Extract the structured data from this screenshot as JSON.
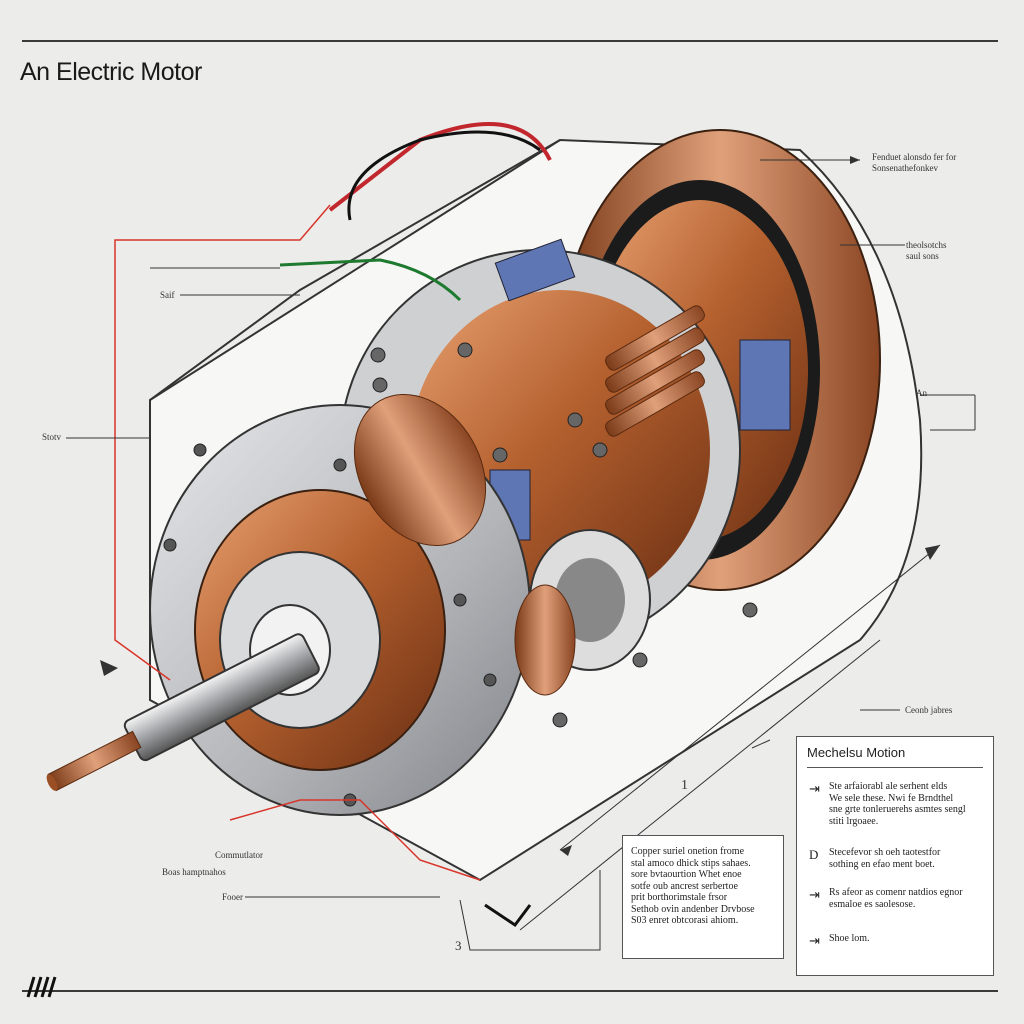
{
  "title": "An Electric Motor",
  "labels": {
    "top_right_1": "Fenduet alonsdo fer for\nSonsenathefonkev",
    "top_right_2": "theolsotchs\nsaul sons",
    "shaft": "Saif",
    "stator": "Stotv",
    "an": "An",
    "bottom_right": "Ceonb jabres",
    "commutator": "Commutlator",
    "brush": "Boas hamptnahos",
    "fooer": "Fooer",
    "num_1": "1",
    "num_3": "3"
  },
  "copper_box": {
    "lines": [
      "Copper suriel onetion frome",
      "stal amoco dhick stips sahaes.",
      "sore bvtaourtion Whet enoe",
      "sotfe oub ancrest serbertoe",
      "prit borthorimstale frsor",
      "Sethob ovin andenber Drvbose",
      "S03 enret obtcorasi ahiom."
    ]
  },
  "mech_box": {
    "heading": "Mechelsu Motion",
    "items": [
      {
        "sym": "⇥",
        "text": "Ste arfaiorabl ale serhent elds\nWe sele these. Nwi fe Brndthel\nsne grte tonleruerehs asmtes sengl\nstiti lrgoaee."
      },
      {
        "sym": "D",
        "text": "Stecefevor sh oeh taotestfor\nsothing en efao ment boet."
      },
      {
        "sym": "⇥",
        "text": "Rs afeor as comenr natdios egnor\nesmaloe es saolesose."
      },
      {
        "sym": "⇥",
        "text": "Shoe lom."
      }
    ]
  },
  "colors": {
    "copper": "#b8693a",
    "steel": "#b9bbbe",
    "accent_red": "#d8352a",
    "background": "#ececea"
  }
}
